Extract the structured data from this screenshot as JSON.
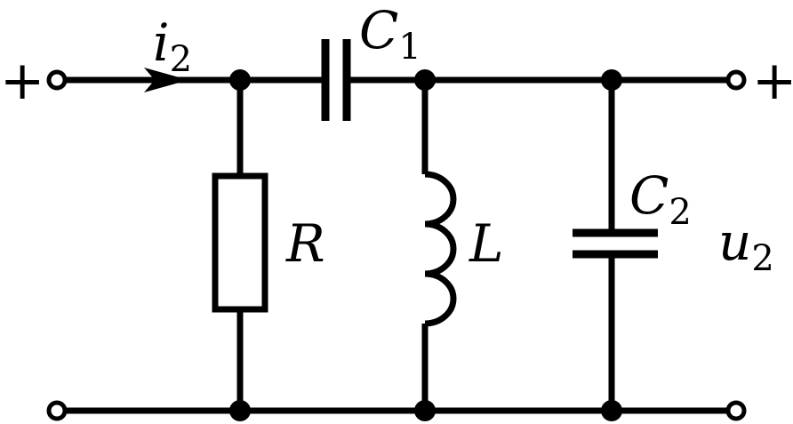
{
  "labels": {
    "current": {
      "main": "i",
      "sub": "2"
    },
    "capacitor1": {
      "main": "C",
      "sub": "1"
    },
    "resistor": {
      "main": "R"
    },
    "inductor": {
      "main": "L"
    },
    "capacitor2": {
      "main": "C",
      "sub": "2"
    },
    "voltage": {
      "main": "u",
      "sub": "2"
    }
  },
  "terminals": {
    "left_sign": "+",
    "right_sign": "+"
  }
}
